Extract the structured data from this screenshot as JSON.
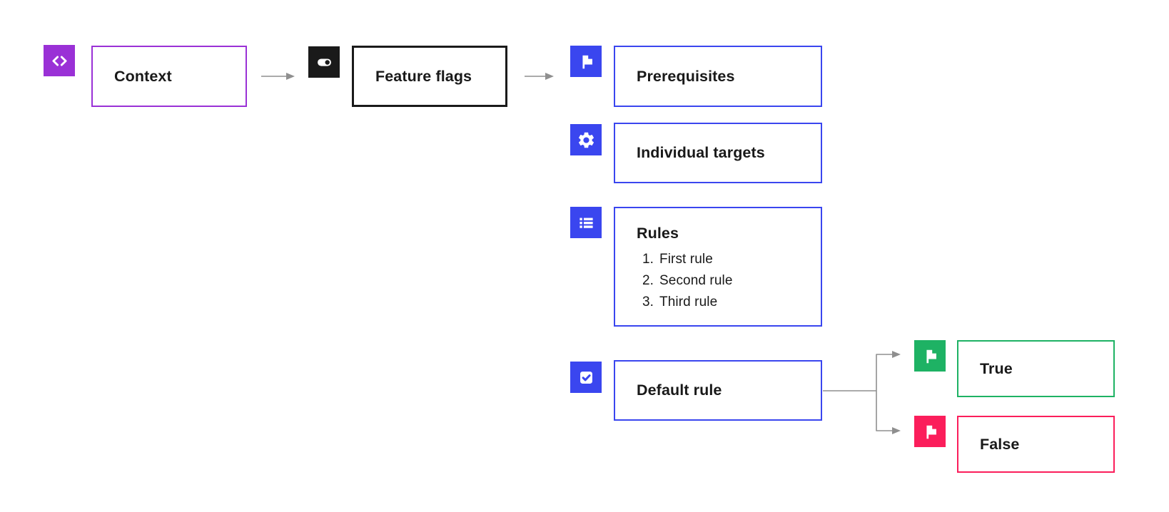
{
  "diagram": {
    "nodes": {
      "context": {
        "label": "Context",
        "icon": "code-icon",
        "color": "#9A31D6"
      },
      "feature_flags": {
        "label": "Feature flags",
        "icon": "toggle-icon",
        "color": "#1A1A1A"
      },
      "prerequisites": {
        "label": "Prerequisites",
        "icon": "flag-icon",
        "color": "#3A46EF"
      },
      "individual_targets": {
        "label": "Individual targets",
        "icon": "gear-icon",
        "color": "#3A46EF"
      },
      "rules": {
        "label": "Rules",
        "icon": "list-icon",
        "color": "#3A46EF",
        "items": [
          {
            "num": "1.",
            "text": "First rule"
          },
          {
            "num": "2.",
            "text": "Second rule"
          },
          {
            "num": "3.",
            "text": "Third rule"
          }
        ]
      },
      "default_rule": {
        "label": "Default rule",
        "icon": "checkbox-icon",
        "color": "#3A46EF"
      },
      "outcome_true": {
        "label": "True",
        "icon": "flag-icon",
        "color": "#1EB264"
      },
      "outcome_false": {
        "label": "False",
        "icon": "flag-icon",
        "color": "#FB1E5B"
      }
    },
    "connector_color": "#8F8F8F",
    "background_color": "#FFFFFF",
    "text_color": "#191919"
  }
}
